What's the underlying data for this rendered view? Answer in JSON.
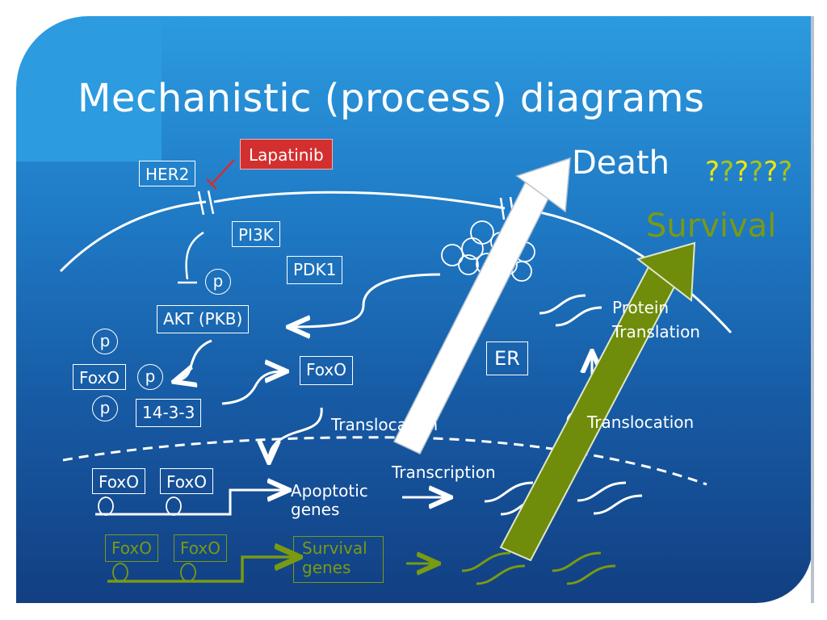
{
  "slide": {
    "title": "Mechanistic (process) diagrams"
  },
  "labels": {
    "her2": "HER2",
    "lapatinib": "Lapatinib",
    "pi3k": "PI3K",
    "pdk1": "PDK1",
    "p": "p",
    "akt": "AKT (PKB)",
    "foxo": "FoxO",
    "fourteen_3_3": "14-3-3",
    "er": "ER",
    "translocation_left": "Translocation",
    "translocation_right": "Translocation",
    "protein": "Protein",
    "translation": "Translation",
    "transcription": "Transcription",
    "apoptotic_line1": "Apoptotic",
    "apoptotic_line2": "genes",
    "survival_genes_line1": "Survival",
    "survival_genes_line2": "genes",
    "death": "Death",
    "survival": "Survival",
    "question_marks": [
      "?",
      "?",
      "?",
      "?",
      "?",
      "?"
    ]
  },
  "colors": {
    "accent_green": "#7a9a12",
    "arrow_green": "#6f8c0a",
    "lapatinib_red": "#d32f2f",
    "question_yellow": "#f2e600",
    "question_green": "#a6c21a",
    "white": "#ffffff"
  }
}
